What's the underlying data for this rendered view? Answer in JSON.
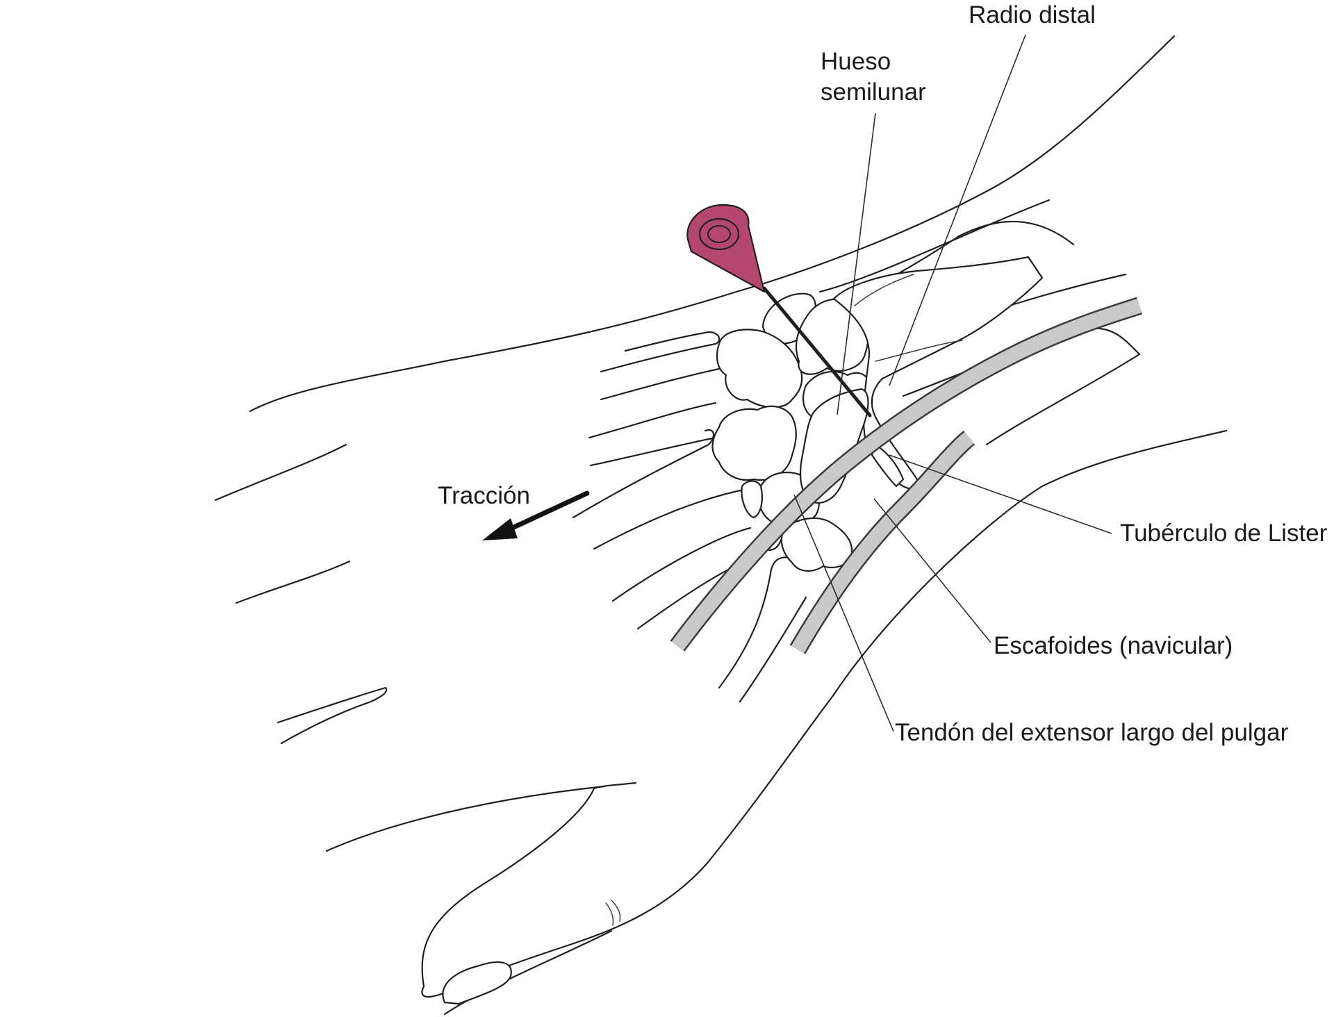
{
  "labels": {
    "radius": "Radio distal",
    "lunate_line1": "Hueso",
    "lunate_line2": "semilunar",
    "traction": "Tracción",
    "lister": "Tubérculo de Lister",
    "scaphoid": "Escafoides (navicular)",
    "epl": "Tendón del extensor largo del pulgar"
  },
  "colors": {
    "needle_hub": "#b4476f",
    "tendon": "#c9c9c9",
    "line": "#1f1f1f"
  }
}
